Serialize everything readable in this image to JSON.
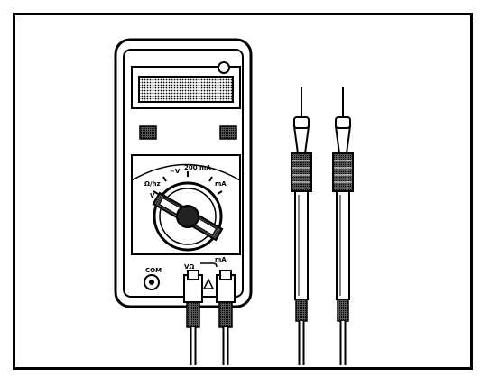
{
  "illustration": {
    "subject": "digital-multimeter-with-test-leads",
    "colors": {
      "ink": "#000000",
      "paper": "#ffffff",
      "screen": "#8a8a8a"
    },
    "dial_labels": {
      "top_left": "~V",
      "top_center": "200 mA",
      "left": "Ω/hz",
      "right": "mA",
      "left_small": "V"
    },
    "port_labels": {
      "common": "COM",
      "v_ohm": "VΩ",
      "ma": "mA",
      "warning": "!"
    }
  }
}
